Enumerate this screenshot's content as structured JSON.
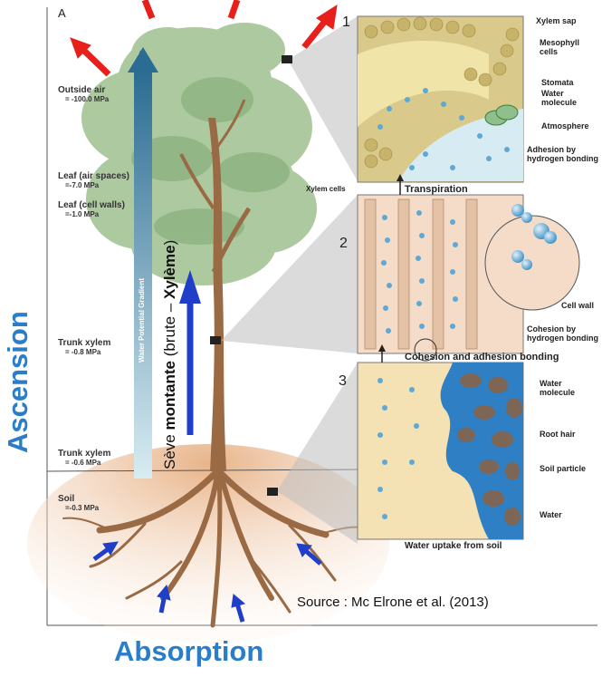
{
  "panel_letter": "A",
  "pressure_labels": [
    {
      "label": "Outside air",
      "value": "= -100.0 MPa"
    },
    {
      "label": "Leaf (air spaces)",
      "value": "=-7.0 MPa"
    },
    {
      "label": "Leaf (cell walls)",
      "value": "=-1.0 MPa"
    },
    {
      "label": "Trunk xylem",
      "value": "= -0.8 MPa"
    },
    {
      "label": "Trunk xylem",
      "value": "= -0.6 MPa"
    },
    {
      "label": "Soil",
      "value": "=-0.3 MPa"
    }
  ],
  "gradient_label": "Water Potential Gradient",
  "sap_label": {
    "prefix": "Sève ",
    "bold1": "montante",
    "middle": " (brute – ",
    "bold2": "Xylème",
    "suffix": ")"
  },
  "ascension": "Ascension",
  "absorption": "Absorption",
  "source": "Source : Mc Elrone et al. (2013)",
  "insets": [
    {
      "number": "1",
      "caption": "Transpiration",
      "labels": [
        "Xylem sap",
        "Mesophyll cells",
        "Stomata",
        "Water molecule",
        "Atmosphere",
        "Adhesion by hydrogen bonding"
      ]
    },
    {
      "number": "2",
      "caption": "Cohesion and adhesion bonding",
      "labels": [
        "Xylem cells",
        "Cell wall",
        "Cohesion by hydrogen bonding"
      ]
    },
    {
      "number": "3",
      "caption": "Water uptake from soil",
      "labels": [
        "Water molecule",
        "Root hair",
        "Soil particle",
        "Water"
      ]
    }
  ],
  "colors": {
    "ascension": "#2a7dc9",
    "absorption": "#2a7dc9",
    "sap_arrow": "#1f3fc8",
    "red_arrows": "#e8201c",
    "gradient_top": "#2b6c92",
    "gradient_bottom": "#cfe6ee"
  }
}
